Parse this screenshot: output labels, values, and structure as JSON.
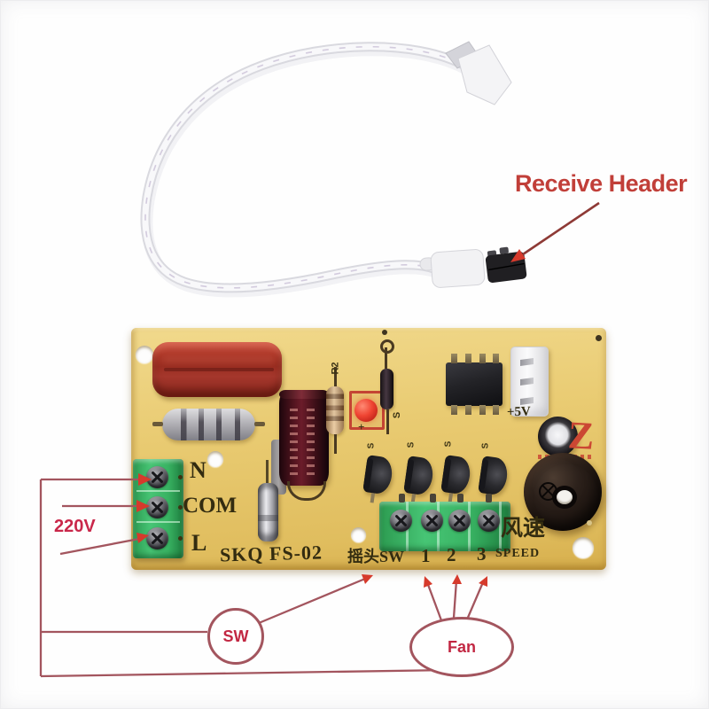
{
  "annotations": {
    "receive_header_label": "Receive Header",
    "voltage_label": "220V",
    "sw_label": "SW",
    "fan_label": "Fan",
    "label_color": "#c13f39",
    "line_color": "#a3555e",
    "arrow_color": "#d63a2c"
  },
  "board": {
    "model": "SKQ FS-02",
    "oscillate_label": "摇头SW",
    "fan_speed_terminals": [
      "1",
      "2",
      "3"
    ],
    "wind_speed_cn": "风速",
    "speed_label": "SPEED",
    "power_pin_label": "+5V",
    "input_terminals": [
      "N",
      "COM",
      "L"
    ],
    "r2_label": "R2",
    "diode_label": "S",
    "z_mark": "Z",
    "transistor_marks": [
      "S",
      "S",
      "S",
      "S"
    ],
    "colors": {
      "pcb_yellow": "#e9ca70",
      "terminal_green": "#3cb469",
      "film_cap_red": "#a93226",
      "silkscreen": "#332c10"
    }
  }
}
